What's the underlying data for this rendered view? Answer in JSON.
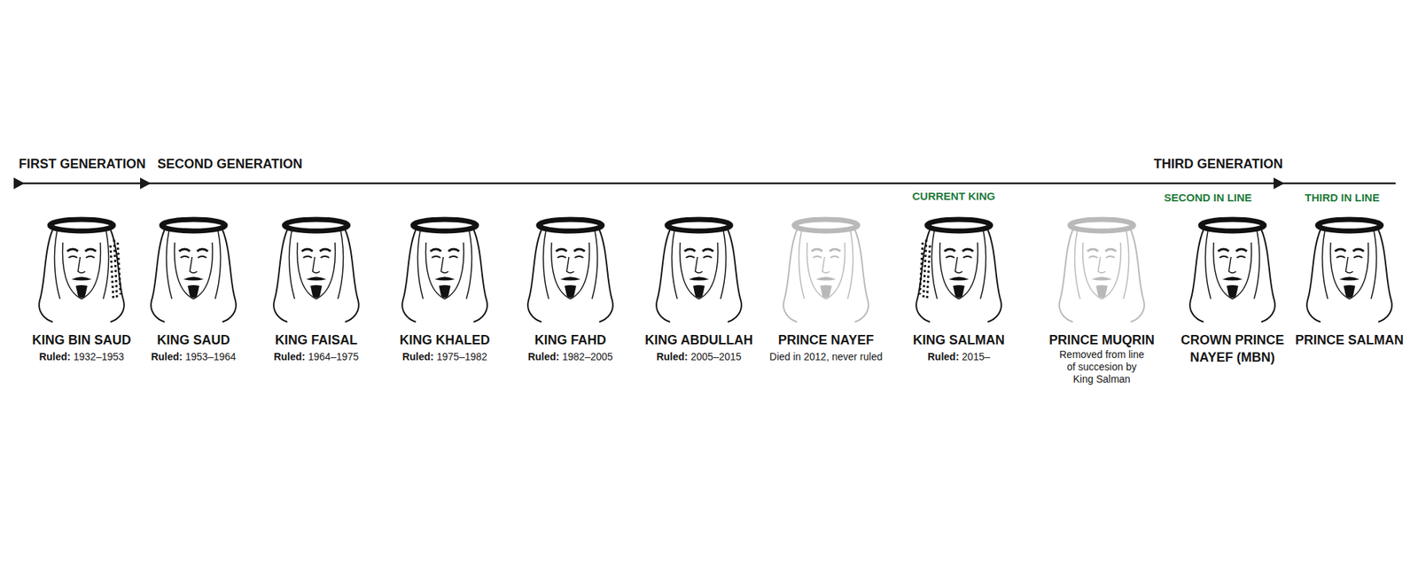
{
  "diagram": {
    "nodes": [
      {
        "text": [
          "KING BIN SAUD",
          "Ruled:",
          "1932–1953"
        ]
      },
      {
        "text": [
          "KING SAUD",
          "Ruled:",
          "1953–1964"
        ]
      },
      {
        "text": [
          "KING FAISAL",
          "Ruled:",
          "1964–1975"
        ]
      },
      {
        "text": [
          "KING KHALED",
          "Ruled:",
          "1975–1982"
        ]
      },
      {
        "text": [
          "KING FAHD",
          "Ruled:",
          "1982–2005"
        ]
      },
      {
        "text": [
          "KING ABDULLAH",
          "Ruled:",
          "2005–2015"
        ]
      },
      {
        "text": [
          "PRINCE NAYEF",
          "Died in 2012, never ruled"
        ]
      },
      {
        "text": [
          "KING SALMAN",
          "Ruled:",
          "2015–"
        ]
      },
      {
        "text": [
          "PRINCE MUQRIN",
          "Removed from line of succesion by King Salman"
        ]
      },
      {
        "text": [
          "CROWN PRINCE NAYEF (MBN)"
        ]
      },
      {
        "text": [
          "PRINCE SALMAN"
        ]
      }
    ],
    "labels": [
      "FIRST GENERATION",
      "SECOND GENERATION",
      "THIRD GENERATION",
      "CURRENT KING",
      "SECOND IN LINE",
      "THIRD IN LINE"
    ]
  }
}
